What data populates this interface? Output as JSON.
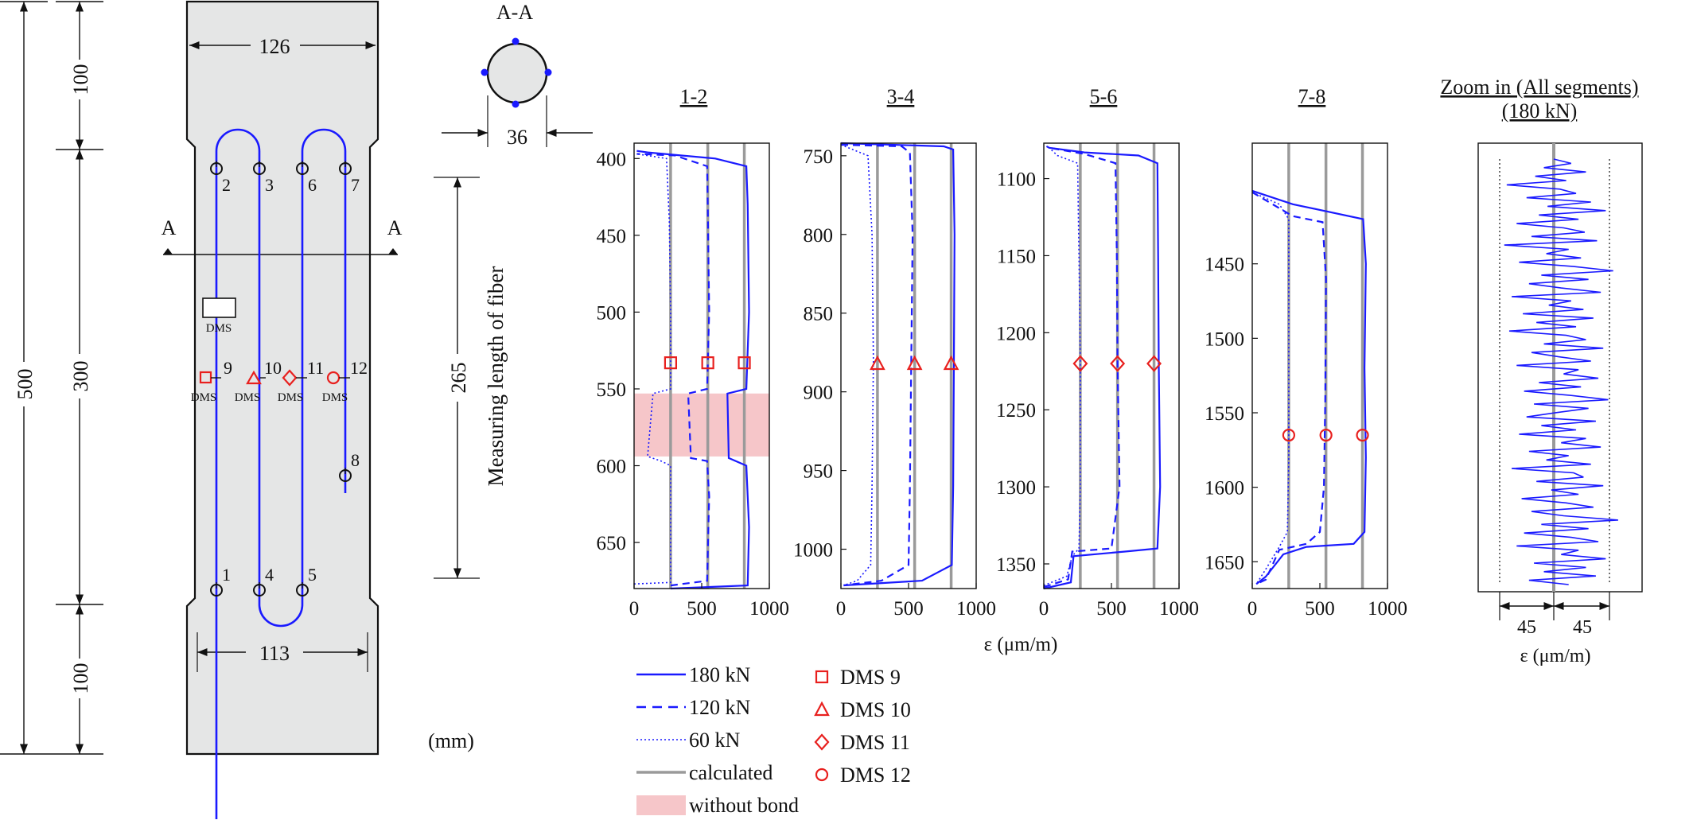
{
  "colors": {
    "blue": "#1a1aff",
    "red": "#e8201e",
    "gray": "#9a9a9a",
    "pink": "#f6c6c9",
    "specimen_fill": "#e5e6e6",
    "dark": "#111111"
  },
  "drawing": {
    "left_dims": {
      "total": "500",
      "top": "100",
      "middle": "300",
      "bottom": "100"
    },
    "width_top": "126",
    "width_bottom": "113",
    "section_label": "A",
    "section_title": "A-A",
    "section_diameter": "36",
    "measuring_length": "265",
    "measuring_label": "Measuring length of fiber",
    "unit": "(mm)",
    "dms_label": "DMS",
    "point_labels": [
      "1",
      "2",
      "3",
      "4",
      "5",
      "6",
      "7",
      "8"
    ],
    "gauge_labels": [
      "9",
      "10",
      "11",
      "12"
    ]
  },
  "chart_data": [
    {
      "type": "line",
      "title": "1-2",
      "ylim": [
        390,
        680
      ],
      "yticks": [
        "400",
        "450",
        "500",
        "550",
        "600",
        "650"
      ],
      "xlim": [
        0,
        1000
      ],
      "xticks": [
        "0",
        "500",
        "1000"
      ],
      "unbonded": [
        553,
        594
      ],
      "dms_y": 533,
      "dms_marker": "square",
      "calculated": [
        270,
        545,
        815
      ],
      "series": [
        {
          "name": "180 kN",
          "style": "solid",
          "points": [
            [
              270,
              680
            ],
            [
              840,
              678
            ],
            [
              850,
              640
            ],
            [
              830,
              600
            ],
            [
              700,
              595
            ],
            [
              690,
              553
            ],
            [
              830,
              550
            ],
            [
              850,
              500
            ],
            [
              840,
              430
            ],
            [
              830,
              405
            ],
            [
              600,
              400
            ],
            [
              100,
              396
            ],
            [
              20,
              395
            ]
          ]
        },
        {
          "name": "120 kN",
          "style": "dash",
          "points": [
            [
              270,
              678
            ],
            [
              540,
              675
            ],
            [
              555,
              620
            ],
            [
              540,
              597
            ],
            [
              420,
              595
            ],
            [
              400,
              553
            ],
            [
              540,
              550
            ],
            [
              555,
              500
            ],
            [
              545,
              430
            ],
            [
              540,
              405
            ],
            [
              300,
              398
            ],
            [
              20,
              397
            ]
          ]
        },
        {
          "name": "60 kN",
          "style": "dot",
          "points": [
            [
              0,
              677
            ],
            [
              270,
              676
            ],
            [
              270,
              600
            ],
            [
              200,
              597
            ],
            [
              100,
              594
            ],
            [
              140,
              553
            ],
            [
              270,
              550
            ],
            [
              270,
              500
            ],
            [
              260,
              440
            ],
            [
              240,
              400
            ],
            [
              20,
              397
            ]
          ]
        }
      ]
    },
    {
      "type": "line",
      "title": "3-4",
      "ylim": [
        742,
        1025
      ],
      "yticks": [
        "750",
        "800",
        "850",
        "900",
        "950",
        "1000"
      ],
      "xlim": [
        0,
        1000
      ],
      "xticks": [
        "0",
        "500",
        "1000"
      ],
      "unbonded": null,
      "dms_y": 882,
      "dms_marker": "triangle",
      "calculated": [
        270,
        545,
        815
      ],
      "series": [
        {
          "name": "180 kN",
          "style": "solid",
          "points": [
            [
              0,
              742
            ],
            [
              760,
              744
            ],
            [
              830,
              746
            ],
            [
              840,
              800
            ],
            [
              835,
              880
            ],
            [
              830,
              960
            ],
            [
              820,
              1010
            ],
            [
              600,
              1020
            ],
            [
              20,
              1023
            ]
          ]
        },
        {
          "name": "120 kN",
          "style": "dash",
          "points": [
            [
              0,
              743
            ],
            [
              450,
              744
            ],
            [
              510,
              748
            ],
            [
              530,
              800
            ],
            [
              520,
              880
            ],
            [
              510,
              960
            ],
            [
              500,
              1010
            ],
            [
              300,
              1020
            ],
            [
              20,
              1023
            ]
          ]
        },
        {
          "name": "60 kN",
          "style": "dot",
          "points": [
            [
              0,
              743
            ],
            [
              200,
              750
            ],
            [
              230,
              800
            ],
            [
              240,
              880
            ],
            [
              230,
              960
            ],
            [
              220,
              1010
            ],
            [
              120,
              1020
            ],
            [
              20,
              1023
            ]
          ]
        }
      ]
    },
    {
      "type": "line",
      "title": "5-6",
      "ylim": [
        1077,
        1366
      ],
      "yticks": [
        "1100",
        "1150",
        "1200",
        "1250",
        "1300",
        "1350"
      ],
      "xlim": [
        0,
        1000
      ],
      "xticks": [
        "0",
        "500",
        "1000"
      ],
      "unbonded": null,
      "dms_y": 1220,
      "dms_marker": "diamond",
      "calculated": [
        270,
        545,
        815
      ],
      "series": [
        {
          "name": "180 kN",
          "style": "solid",
          "points": [
            [
              0,
              1366
            ],
            [
              200,
              1362
            ],
            [
              220,
              1345
            ],
            [
              600,
              1342
            ],
            [
              840,
              1340
            ],
            [
              860,
              1300
            ],
            [
              850,
              1220
            ],
            [
              845,
              1150
            ],
            [
              840,
              1090
            ],
            [
              700,
              1085
            ],
            [
              300,
              1083
            ],
            [
              40,
              1080
            ],
            [
              20,
              1079
            ]
          ]
        },
        {
          "name": "120 kN",
          "style": "dash",
          "points": [
            [
              0,
              1365
            ],
            [
              180,
              1360
            ],
            [
              210,
              1342
            ],
            [
              500,
              1340
            ],
            [
              560,
              1300
            ],
            [
              545,
              1220
            ],
            [
              540,
              1150
            ],
            [
              530,
              1090
            ],
            [
              300,
              1084
            ],
            [
              40,
              1080
            ]
          ]
        },
        {
          "name": "60 kN",
          "style": "dot",
          "points": [
            [
              0,
              1364
            ],
            [
              170,
              1358
            ],
            [
              210,
              1345
            ],
            [
              260,
              1340
            ],
            [
              270,
              1300
            ],
            [
              270,
              1220
            ],
            [
              260,
              1150
            ],
            [
              250,
              1090
            ],
            [
              100,
              1085
            ],
            [
              40,
              1080
            ]
          ]
        }
      ]
    },
    {
      "type": "line",
      "title": "7-8",
      "ylim": [
        1369,
        1668
      ],
      "yticks": [
        "1450",
        "1500",
        "1550",
        "1600",
        "1650"
      ],
      "xlim": [
        0,
        1000
      ],
      "xticks": [
        "0",
        "500",
        "1000"
      ],
      "unbonded": null,
      "dms_y": 1565,
      "dms_marker": "circle",
      "calculated": [
        270,
        545,
        815
      ],
      "series": [
        {
          "name": "180 kN",
          "style": "solid",
          "points": [
            [
              0,
              1401
            ],
            [
              300,
              1410
            ],
            [
              820,
              1420
            ],
            [
              840,
              1450
            ],
            [
              830,
              1520
            ],
            [
              840,
              1580
            ],
            [
              830,
              1630
            ],
            [
              750,
              1638
            ],
            [
              400,
              1640
            ],
            [
              230,
              1645
            ],
            [
              100,
              1660
            ],
            [
              30,
              1665
            ]
          ]
        },
        {
          "name": "120 kN",
          "style": "dash",
          "points": [
            [
              0,
              1402
            ],
            [
              300,
              1418
            ],
            [
              520,
              1422
            ],
            [
              545,
              1460
            ],
            [
              540,
              1540
            ],
            [
              530,
              1600
            ],
            [
              500,
              1630
            ],
            [
              400,
              1638
            ],
            [
              200,
              1642
            ],
            [
              100,
              1662
            ],
            [
              30,
              1665
            ]
          ]
        },
        {
          "name": "60 kN",
          "style": "dot",
          "points": [
            [
              0,
              1402
            ],
            [
              200,
              1410
            ],
            [
              270,
              1420
            ],
            [
              270,
              1500
            ],
            [
              270,
              1580
            ],
            [
              260,
              1630
            ],
            [
              200,
              1640
            ],
            [
              100,
              1655
            ],
            [
              30,
              1665
            ]
          ]
        }
      ]
    }
  ],
  "charts_xlabel": "ε (μm/m)",
  "zoom": {
    "title_line1": "Zoom in (All segments)",
    "title_line2": "(180 kN)",
    "left_label": "45",
    "right_label": "45",
    "xlabel": "ε (μm/m)",
    "offsets": [
      0,
      14,
      -8,
      26,
      -15,
      10,
      -38,
      5,
      18,
      -22,
      30,
      -5,
      42,
      -12,
      20,
      -30,
      8,
      25,
      -18,
      35,
      -40,
      12,
      -6,
      22,
      -28,
      16,
      48,
      -10,
      28,
      -20,
      6,
      38,
      -34,
      14,
      -4,
      24,
      -25,
      32,
      -14,
      18,
      -36,
      10,
      26,
      -8,
      40,
      -18,
      4,
      30,
      -30,
      20,
      8,
      36,
      -12,
      22,
      -24,
      14,
      44,
      -16,
      28,
      2,
      -22,
      34,
      -10,
      18,
      -28,
      26,
      6,
      38,
      -20,
      12,
      -6,
      30,
      -34,
      16,
      24,
      -14,
      40,
      -2,
      20,
      -26,
      10,
      32,
      -18,
      8,
      52,
      -10,
      28,
      -24,
      14,
      36,
      -30,
      20,
      6,
      42,
      -16,
      26,
      -8,
      34,
      -20,
      12
    ]
  },
  "legend": [
    {
      "label": "180 kN",
      "kind": "solid"
    },
    {
      "label": "120 kN",
      "kind": "dash"
    },
    {
      "label": "60 kN",
      "kind": "dot"
    },
    {
      "label": "calculated",
      "kind": "gray"
    },
    {
      "label": "without bond",
      "kind": "pink"
    },
    {
      "label": "DMS  9",
      "kind": "square"
    },
    {
      "label": "DMS  10",
      "kind": "triangle"
    },
    {
      "label": "DMS  11",
      "kind": "diamond"
    },
    {
      "label": "DMS  12",
      "kind": "circle"
    }
  ]
}
